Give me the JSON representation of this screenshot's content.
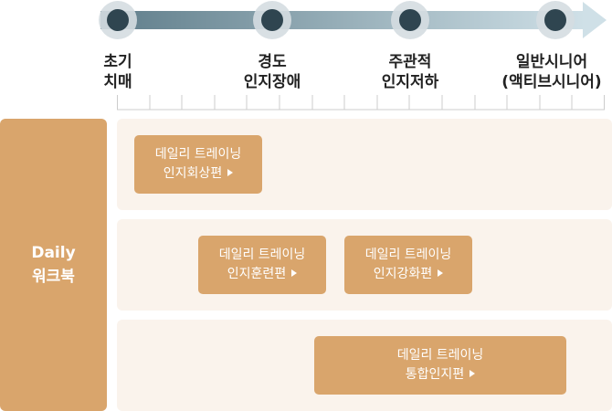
{
  "stages": [
    {
      "line1": "초기",
      "line2": "치매"
    },
    {
      "line1": "경도",
      "line2": "인지장애"
    },
    {
      "line1": "주관적",
      "line2": "인지저하"
    },
    {
      "line1": "일반시니어",
      "line2": "(액티브시니어)"
    }
  ],
  "rail": {
    "line1": "Daily",
    "line2": "워크북"
  },
  "books": [
    {
      "line1": "데일리 트레이닝",
      "line2": "인지회상편",
      "arrow_icon": "play-triangle"
    },
    {
      "line1": "데일리 트레이닝",
      "line2": "인지훈련편",
      "arrow_icon": "play-triangle"
    },
    {
      "line1": "데일리 트레이닝",
      "line2": "인지강화편",
      "arrow_icon": "play-triangle"
    },
    {
      "line1": "데일리 트레이닝",
      "line2": "통합인지편",
      "arrow_icon": "play-triangle"
    }
  ],
  "colors": {
    "accent": "#d9a56c",
    "row_bg": "#faf3ec",
    "arrow_start": "#5f7d8a",
    "arrow_end": "#cfe0e7",
    "node": "#2f4550"
  }
}
